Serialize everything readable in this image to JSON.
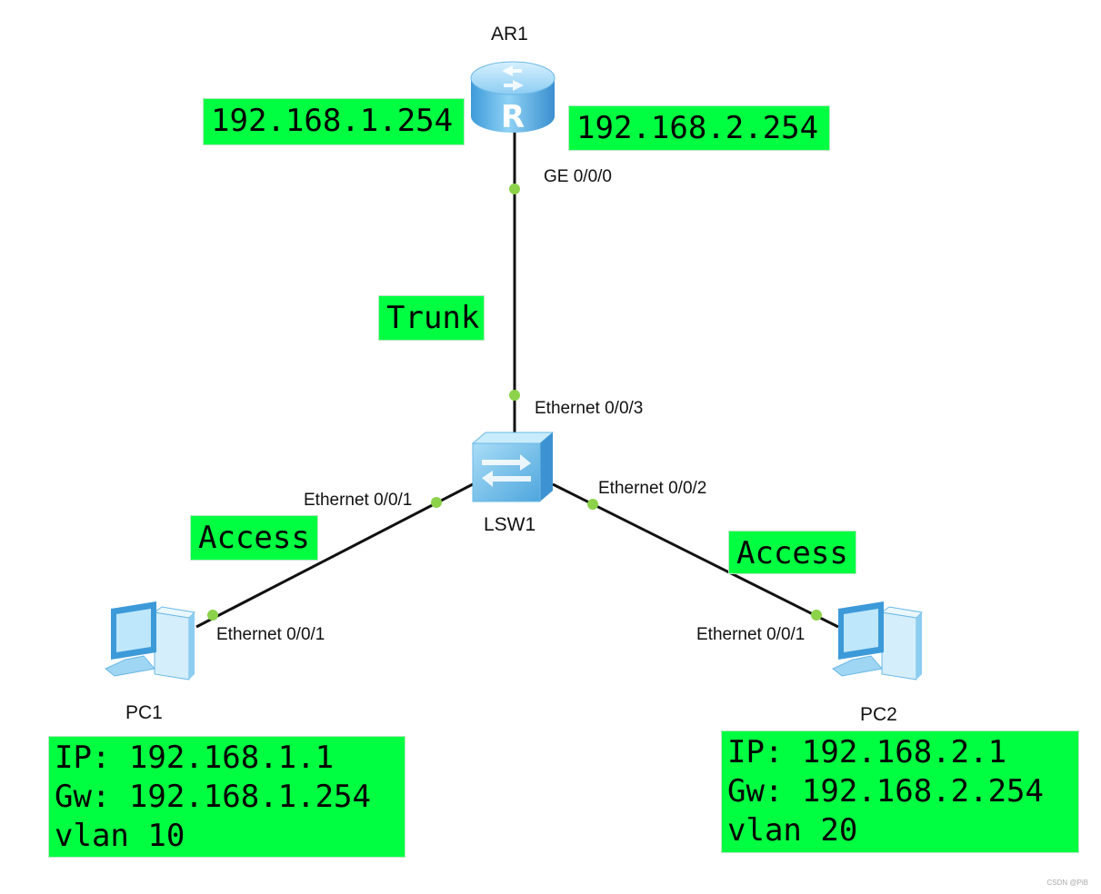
{
  "devices": {
    "router": {
      "name": "AR1"
    },
    "switch": {
      "name": "LSW1"
    },
    "pc1": {
      "name": "PC1"
    },
    "pc2": {
      "name": "PC2"
    }
  },
  "ports": {
    "router_ge": "GE 0/0/0",
    "switch_e3": "Ethernet 0/0/3",
    "switch_e1": "Ethernet 0/0/1",
    "switch_e2": "Ethernet 0/0/2",
    "pc1_e1": "Ethernet 0/0/1",
    "pc2_e1": "Ethernet 0/0/1"
  },
  "tags": {
    "router_left_ip": "192.168.1.254",
    "router_right_ip": "192.168.2.254",
    "trunk": "Trunk",
    "access_left": "Access",
    "access_right": "Access"
  },
  "pc1_info": {
    "ip": "IP: 192.168.1.1",
    "gw": "Gw: 192.168.1.254",
    "vlan": "vlan 10"
  },
  "pc2_info": {
    "ip": "IP: 192.168.2.1",
    "gw": "Gw: 192.168.2.254",
    "vlan": "vlan 20"
  },
  "watermark": "CSDN @PiB",
  "colors": {
    "label_bg": "#00ff41",
    "port_dot": "#8cd24a",
    "link": "#111111",
    "device_blue": "#5fb3e6"
  }
}
